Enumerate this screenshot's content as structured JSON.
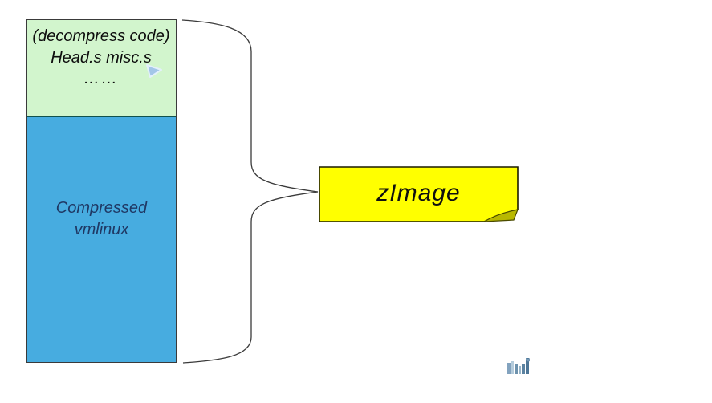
{
  "diagram": {
    "title_semantic": "zImage structure diagram",
    "memory_stack": {
      "header_section": {
        "fill": "#d2f5cd",
        "border": "#3a3a3a",
        "lines": {
          "line1": "(decompress code)",
          "line2": "Head.s misc.s",
          "line3": "……"
        }
      },
      "body_section": {
        "fill": "#47ace0",
        "text_color": "#1f3864",
        "lines": {
          "line1": "Compressed",
          "line2": "vmlinux"
        }
      }
    },
    "note": {
      "label": "zImage",
      "fill": "#ffff00",
      "fold_fill": "#b8b800",
      "border": "#1a1a00"
    },
    "connector": {
      "type": "curly-brace",
      "color": "#3a3a3a"
    },
    "icons": {
      "cursor": "arrow-cursor-icon",
      "watermark": "bar-chart-watermark-icon"
    }
  }
}
